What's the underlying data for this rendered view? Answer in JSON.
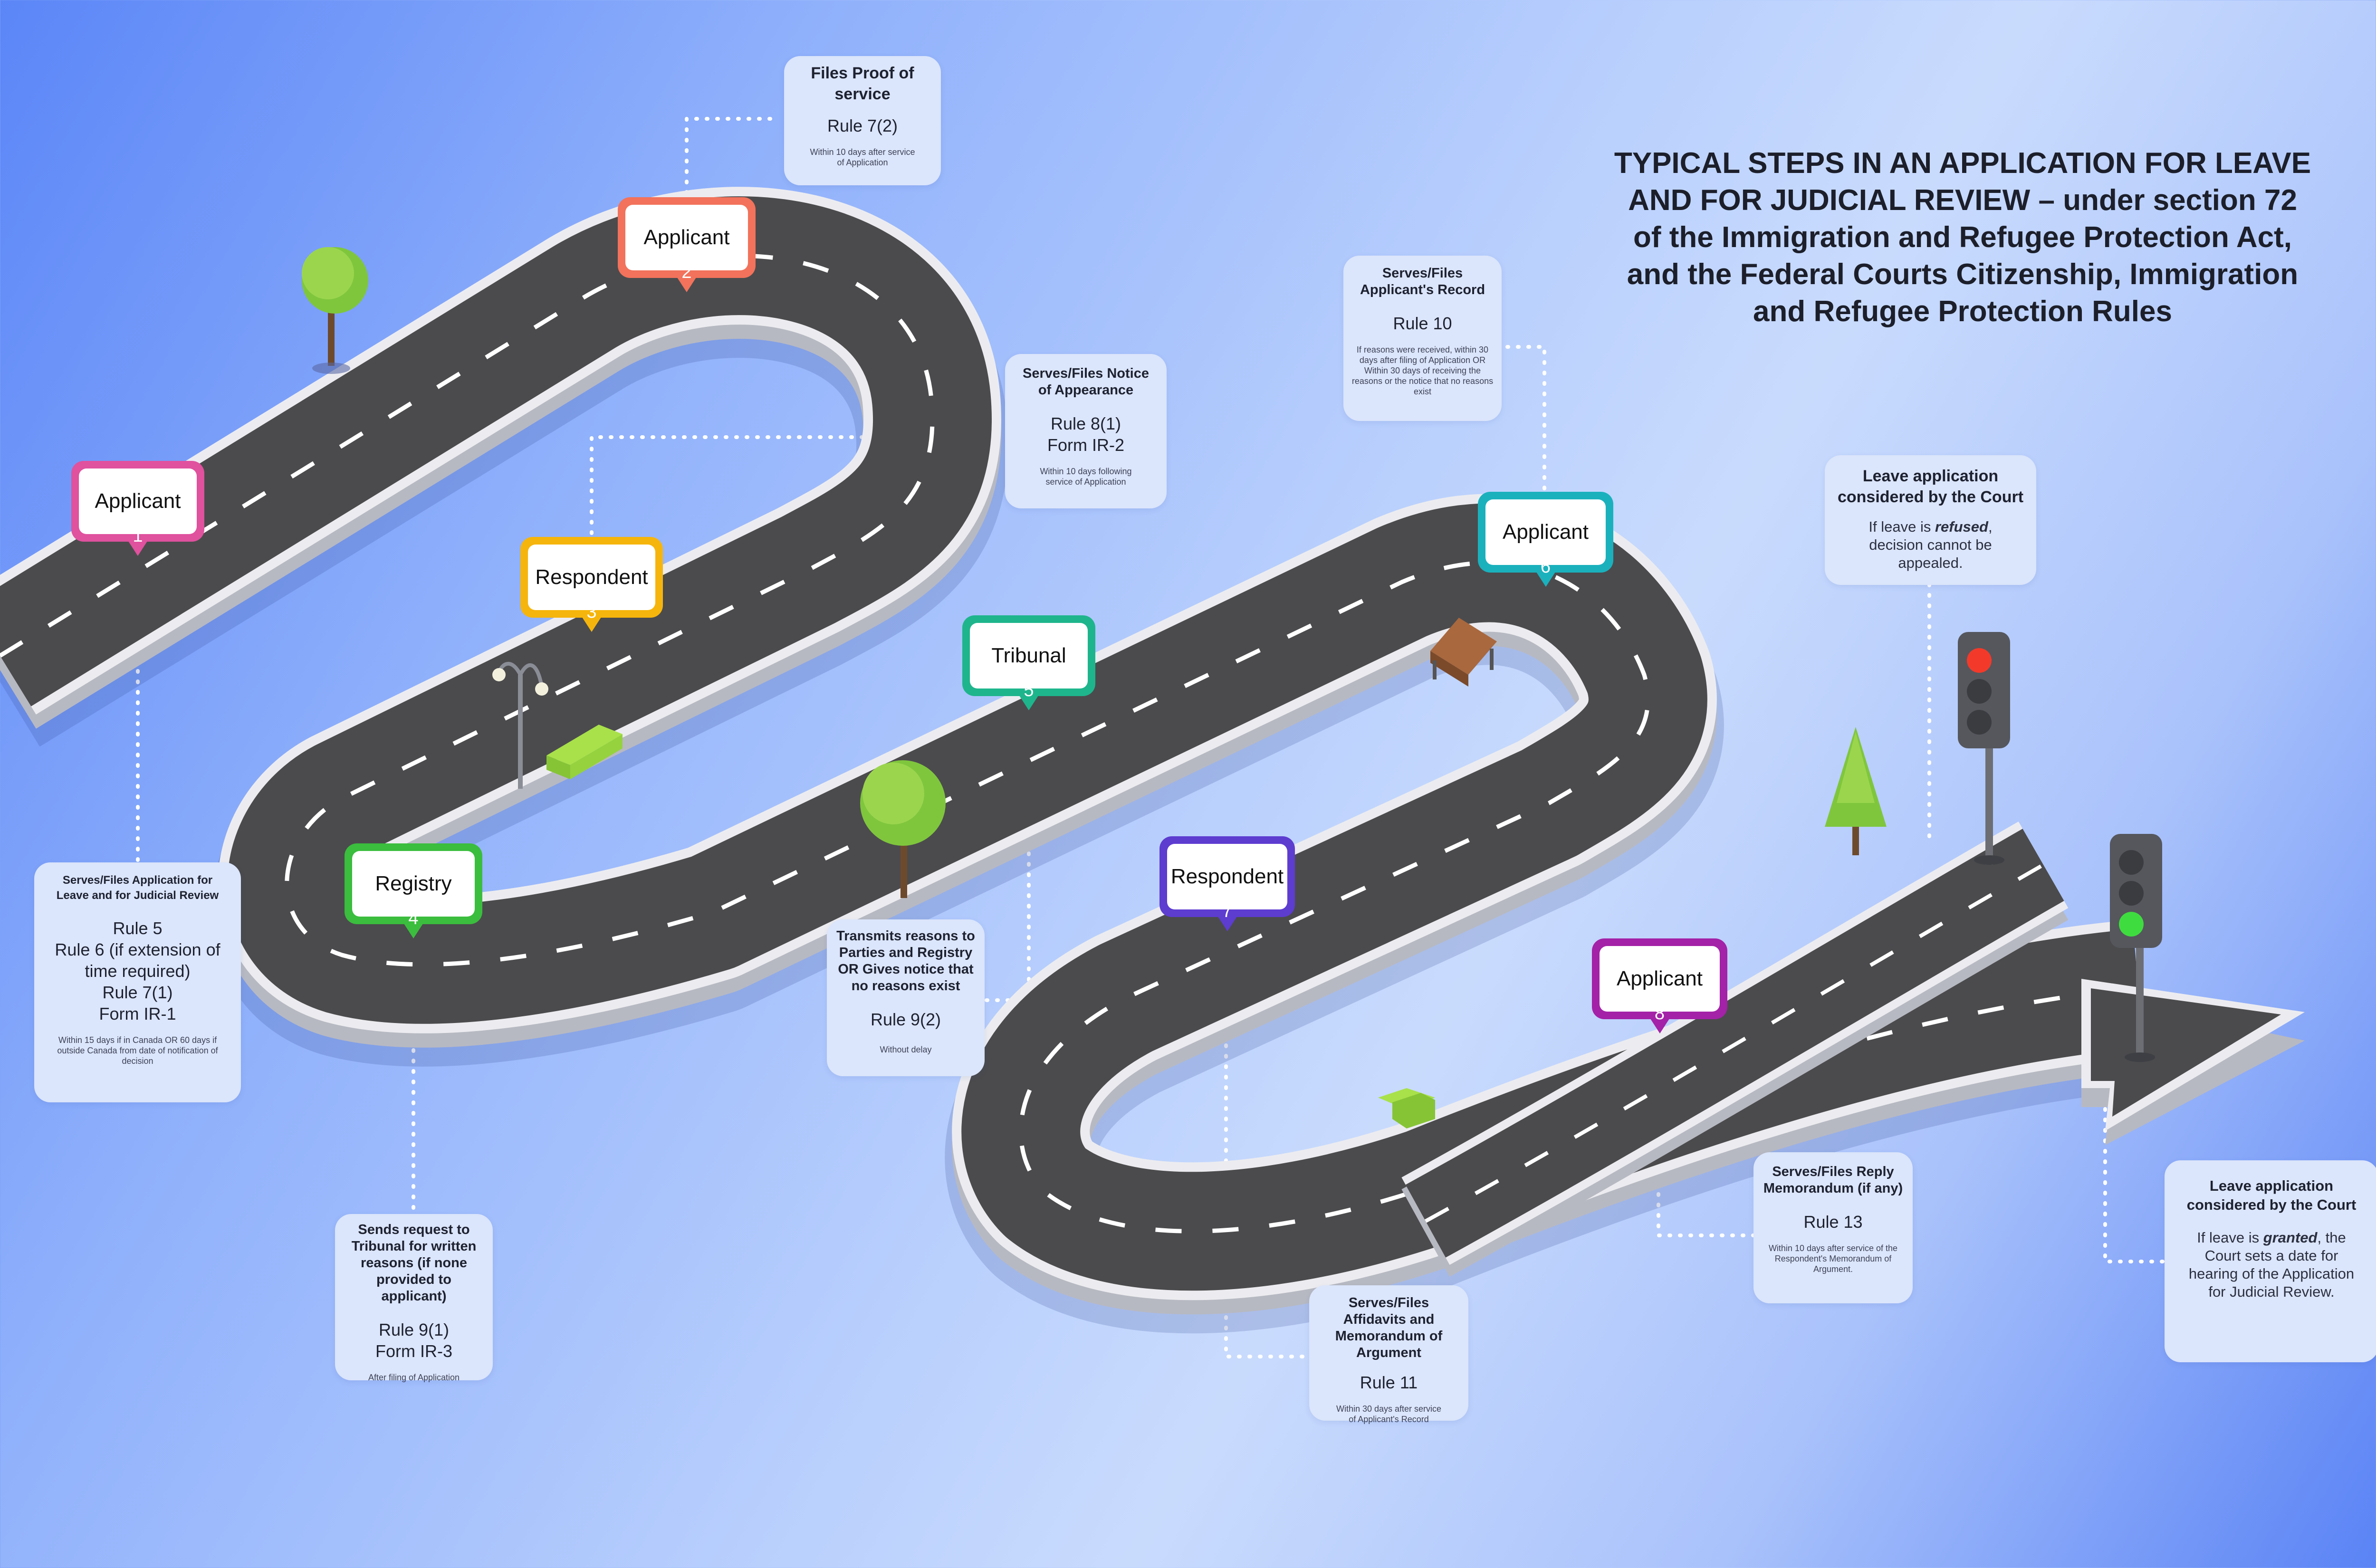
{
  "title": "TYPICAL STEPS IN AN APPLICATION FOR LEAVE AND FOR JUDICIAL REVIEW – under section 72 of the Immigration and Refugee Protection Act, and the Federal Courts Citizenship, Immigration and Refugee Protection Rules",
  "colors": {
    "pink": "#e0519e",
    "coral": "#f2725b",
    "yellow": "#f6b50c",
    "green": "#3bbd3e",
    "teal": "#1eb58c",
    "cyan": "#1ab1bd",
    "violet": "#5d3cd0",
    "magenta": "#a322a7",
    "road": "#4b4b4d",
    "road_edge": "#ececf0",
    "card_bg": "#dbe5fb"
  },
  "stops": [
    {
      "label": "Applicant",
      "number": "1"
    },
    {
      "label": "Applicant",
      "number": "2"
    },
    {
      "label": "Respondent",
      "number": "3"
    },
    {
      "label": "Registry",
      "number": "4"
    },
    {
      "label": "Tribunal",
      "number": "5"
    },
    {
      "label": "Applicant",
      "number": "6"
    },
    {
      "label": "Respondent",
      "number": "7"
    },
    {
      "label": "Applicant",
      "number": "8"
    }
  ],
  "steps": {
    "s1": {
      "heading": "Serves/Files Application for Leave and for Judicial Review",
      "rules": [
        "Rule 5",
        "Rule 6 (if extension of time required)",
        "Rule 7(1)",
        "Form IR-1"
      ],
      "note": "Within 15 days if in Canada OR 60 days if outside Canada from date of notification of decision"
    },
    "s2": {
      "heading": "Files Proof of service",
      "rules": [
        "Rule 7(2)"
      ],
      "note": "Within 10 days after service of Application"
    },
    "s3": {
      "heading": "Serves/Files Notice of Appearance",
      "rules": [
        "Rule  8(1)",
        "Form  IR-2"
      ],
      "note": "Within 10 days following service of Application"
    },
    "s4": {
      "heading": "Sends request to Tribunal for written reasons (if none provided to applicant)",
      "rules": [
        "Rule 9(1)",
        "Form IR-3"
      ],
      "note": "After filing of Application"
    },
    "s5": {
      "heading": "Transmits reasons to Parties and Registry OR Gives notice that no reasons exist",
      "rules": [
        "Rule 9(2)"
      ],
      "note": "Without delay"
    },
    "s6": {
      "heading": "Serves/Files Applicant's Record",
      "rules": [
        "Rule 10"
      ],
      "note": "If reasons were received, within 30 days after filing of Application OR Within 30 days of receiving the reasons or the notice that no reasons exist"
    },
    "s7": {
      "heading": "Serves/Files Affidavits and Memorandum of Argument",
      "rules": [
        "Rule 11"
      ],
      "note": "Within 30 days after service of Applicant's Record"
    },
    "s8": {
      "heading": "Serves/Files Reply Memorandum (if any)",
      "rules": [
        "Rule 13"
      ],
      "note": "Within 10 days after service of the Respondent's Memorandum of Argument."
    }
  },
  "outcome_refused": {
    "heading": "Leave application considered by the Court",
    "pre": "If leave is ",
    "em": "refused",
    "post": ", decision cannot be appealed."
  },
  "outcome_granted": {
    "heading": "Leave application considered by the Court",
    "pre": "If leave is ",
    "em": "granted",
    "post": ", the Court sets a date for hearing of the Application for Judicial Review."
  }
}
